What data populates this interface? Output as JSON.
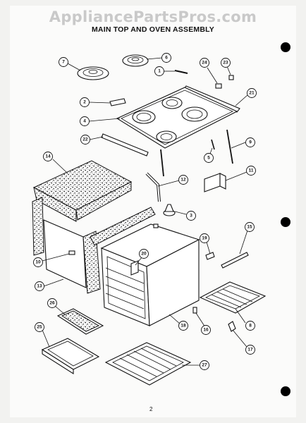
{
  "header": {
    "watermark": "AppliancePartsPros.com",
    "title": "MAIN TOP AND OVEN ASSEMBLY"
  },
  "footer": {
    "page_number": "2"
  },
  "callouts": [
    "1",
    "2",
    "3",
    "4",
    "5",
    "6",
    "7",
    "8",
    "9",
    "10",
    "11",
    "12",
    "13",
    "14",
    "15",
    "16",
    "17",
    "18",
    "19",
    "20",
    "21",
    "22",
    "23",
    "24",
    "25",
    "26",
    "27"
  ],
  "colors": {
    "ink": "#111111",
    "paper": "#fbfbfa",
    "watermark": "#c9c9c9"
  }
}
